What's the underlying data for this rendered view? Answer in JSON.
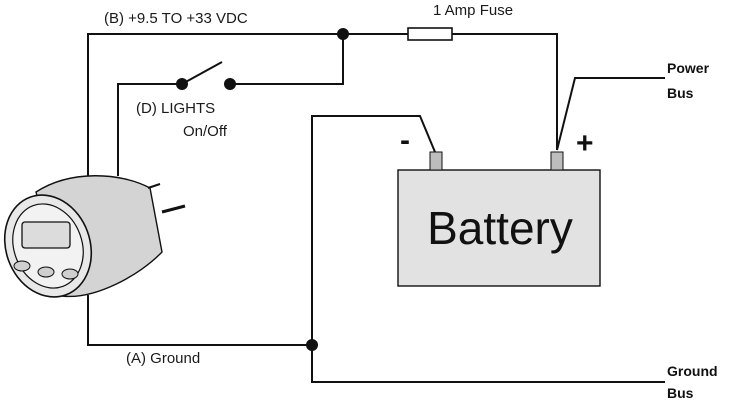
{
  "labels": {
    "supply": "(B) +9.5 TO +33 VDC",
    "fuse": "1 Amp Fuse",
    "lights_line1": "(D) LIGHTS",
    "lights_line2": "On/Off",
    "ground": "(A) Ground",
    "power_bus_line1": "Power",
    "power_bus_line2": "Bus",
    "ground_bus_line1": "Ground",
    "ground_bus_line2": "Bus",
    "battery": "Battery",
    "negative": "-",
    "positive": "+"
  },
  "colors": {
    "wire": "#111111",
    "battery_fill": "#e2e2e2",
    "terminal_fill": "#bdbdbd"
  },
  "icons": {
    "switch": "switch-icon",
    "fuse": "fuse-icon",
    "gauge": "gauge-meter-icon"
  }
}
